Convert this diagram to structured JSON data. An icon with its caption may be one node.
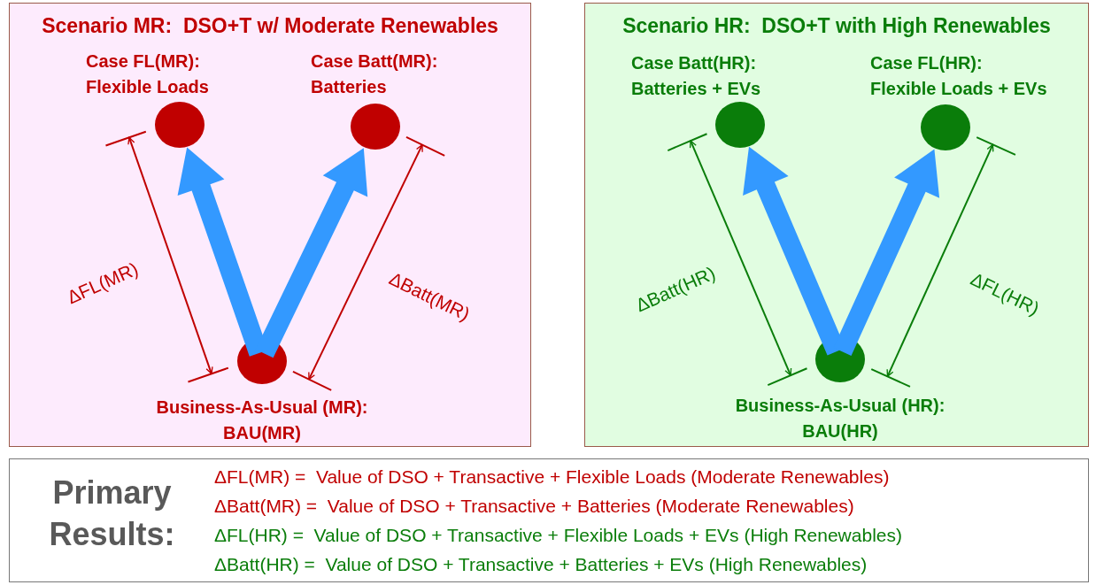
{
  "diagram": {
    "nodes": [
      {
        "text": [
          "Scenario MR:  DSO+T w/ Moderate Renewables"
        ]
      },
      {
        "text": [
          "Case FL(MR): Flexible Loads"
        ],
        "in": 0
      },
      {
        "text": [
          "Case Batt(MR): Batteries"
        ],
        "in": 0
      },
      {
        "text": [
          "Business-As-Usual (MR): BAU(MR)"
        ],
        "in": 0
      },
      {
        "text": [
          "Scenario HR:  DSO+T with High Renewables"
        ]
      },
      {
        "text": [
          "Case Batt(HR): Batteries + EVs"
        ],
        "in": 4
      },
      {
        "text": [
          "Case FL(HR): Flexible Loads + EVs"
        ],
        "in": 4
      },
      {
        "text": [
          "Business-As-Usual (HR): BAU(HR)"
        ],
        "in": 4
      },
      {
        "text": [
          "Primary Results:",
          "ΔFL(MR) =  Value of DSO + Transactive + Flexible Loads (Moderate Renewables)",
          "ΔBatt(MR) =  Value of DSO + Transactive + Batteries (Moderate Renewables)",
          "ΔFL(HR) =  Value of DSO + Transactive + Flexible Loads + EVs (High Renewables)",
          "ΔBatt(HR) =  Value of DSO + Transactive + Batteries + EVs (High Renewables)"
        ]
      }
    ],
    "edges": [
      {
        "from": 3,
        "to": 1,
        "arrow": "to",
        "style": "thick",
        "color": "#3399ff"
      },
      {
        "from": 3,
        "to": 2,
        "arrow": "to",
        "style": "thick",
        "color": "#3399ff"
      },
      {
        "from": 7,
        "to": 5,
        "arrow": "to",
        "style": "thick",
        "color": "#3399ff"
      },
      {
        "from": 7,
        "to": 6,
        "arrow": "to",
        "style": "thick",
        "color": "#3399ff"
      },
      {
        "from": 3,
        "to": 1,
        "arrow": "both",
        "label": "ΔFL(MR)",
        "color": "#c00000"
      },
      {
        "from": 3,
        "to": 2,
        "arrow": "both",
        "label": "ΔBatt(MR)",
        "color": "#c00000"
      },
      {
        "from": 7,
        "to": 5,
        "arrow": "both",
        "label": "ΔBatt(HR)",
        "color": "#0a7d0a"
      },
      {
        "from": 7,
        "to": 6,
        "arrow": "both",
        "label": "ΔFL(HR)",
        "color": "#0a7d0a"
      }
    ]
  }
}
